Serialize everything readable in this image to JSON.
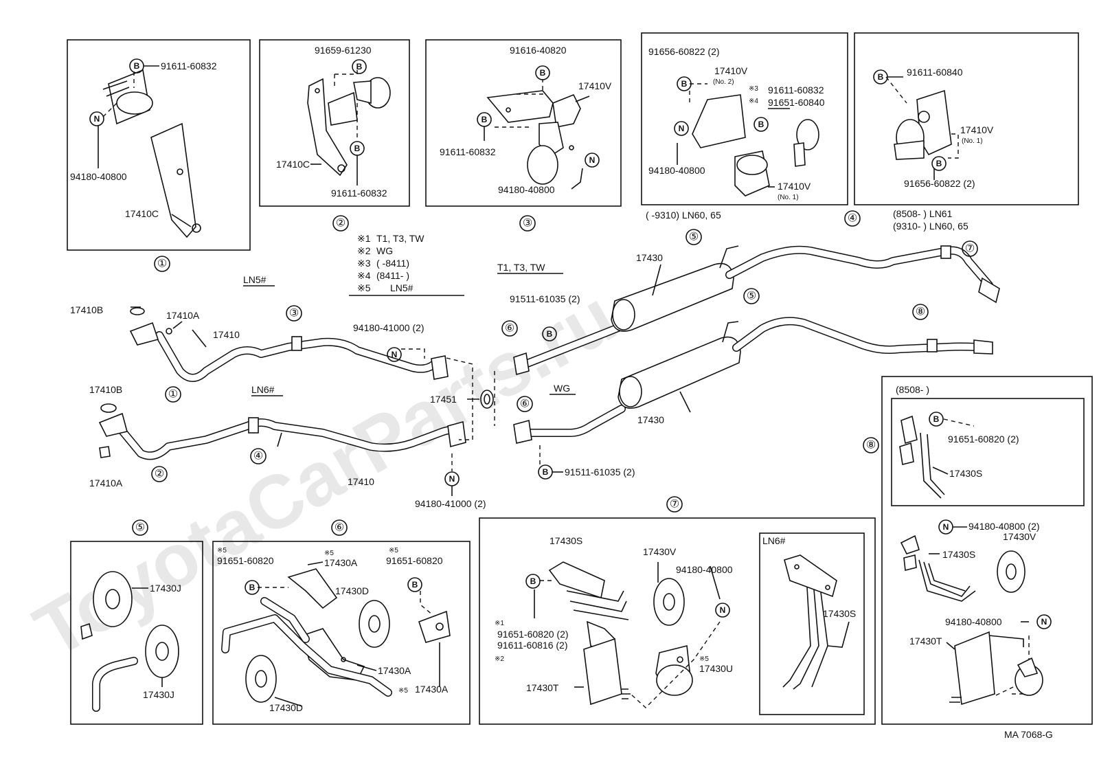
{
  "watermark": "ToyotaCarParts.ru",
  "diagram_code": "MA 7068-G",
  "callouts": {
    "c1": "①",
    "c2": "②",
    "c3": "③",
    "c4": "④",
    "c5": "⑤",
    "c6": "⑥",
    "c7": "⑦",
    "c8": "⑧"
  },
  "markers": {
    "B": "B",
    "N": "N"
  },
  "box1": {
    "p1": "91611-60832",
    "p2": "94180-40800",
    "p3": "17410C"
  },
  "box2": {
    "p1": "91659-61230",
    "p2": "17410C",
    "p3": "91611-60832"
  },
  "box3": {
    "p1": "91616-40820",
    "p2": "17410V",
    "p3": "91611-60832",
    "p4": "94180-40800"
  },
  "box4": {
    "p1": "91656-60822 (2)",
    "p2": "17410V",
    "p2_note": "(No. 2)",
    "mark3": "※3",
    "p3": "91611-60832",
    "mark4": "※4",
    "p4": "91651-60840",
    "p5": "94180-40800",
    "p6": "17410V",
    "p6_note": "(No. 1)",
    "range": "(        -9310) LN60, 65"
  },
  "box4b": {
    "p1": "91611-60840",
    "p2": "17410V",
    "p2_note": "(No. 1)",
    "p3": "91656-60822 (2)",
    "range1": "(8508-          ) LN61",
    "range2": "(9310-          ) LN60, 65"
  },
  "notes": {
    "n1_mark": "※1",
    "n1": "T1, T3, TW",
    "n2_mark": "※2",
    "n2": "WG",
    "n3_mark": "※3",
    "n3": "(          -8411)",
    "n4_mark": "※4",
    "n4": "(8411-          )",
    "n5_mark": "※5",
    "n5": "LN5#"
  },
  "main": {
    "ln5": "LN5#",
    "ln6": "LN6#",
    "t_variant": "T1, T3, TW",
    "wg": "WG",
    "p17410B_a": "17410B",
    "p17410A_a": "17410A",
    "p17410_a": "17410",
    "p17410B_b": "17410B",
    "p17410A_b": "17410A",
    "p17410_b": "17410",
    "nut_upper": "94180-41000 (2)",
    "nut_lower": "94180-41000 (2)",
    "gasket": "17451",
    "bolt_upper": "91511-61035 (2)",
    "bolt_lower": "91511-61035 (2)",
    "muffler_upper": "17430",
    "muffler_lower": "17430"
  },
  "box5": {
    "p1": "17430J",
    "p2": "17430J"
  },
  "box6": {
    "m1": "※5",
    "p1": "91651-60820",
    "m2": "※5",
    "p2": "17430A",
    "m3": "※5",
    "p3": "91651-60820",
    "p4": "17430D",
    "p5": "17430A",
    "p6": "17430D",
    "m7": "※5",
    "p7": "17430A"
  },
  "box7": {
    "p1": "17430S",
    "p2": "17430V",
    "p3": "94180-40800",
    "m1": "※1",
    "p4": "91651-60820 (2)",
    "p5": "91611-60816 (2)",
    "m2": "※2",
    "p6": "17430T",
    "m5": "※5",
    "p7": "17430U",
    "ln6": "LN6#",
    "p8": "17430S"
  },
  "box8": {
    "range": "(8508-          )",
    "p1": "91651-60820 (2)",
    "p2": "17430S",
    "p3": "94180-40800 (2)",
    "p4": "17430S",
    "p5": "17430V",
    "p6": "94180-40800",
    "p7": "17430T"
  }
}
